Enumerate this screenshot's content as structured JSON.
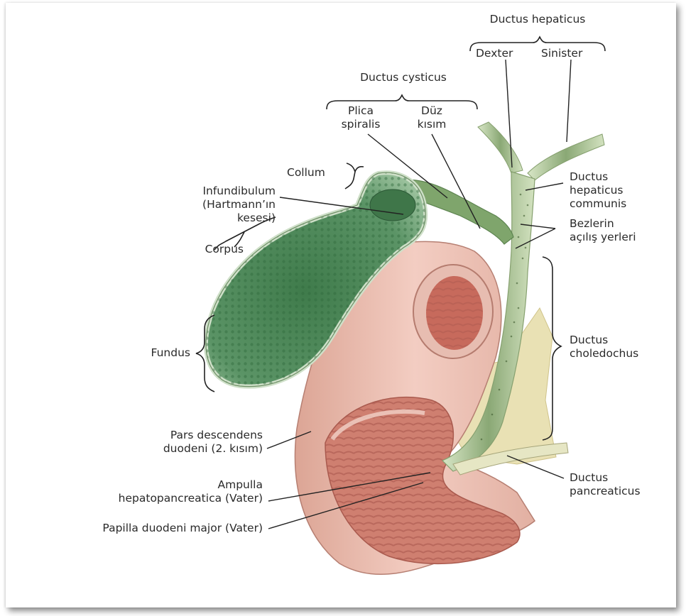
{
  "labels": {
    "ductus_hepaticus": "Ductus hepaticus",
    "dexter": "Dexter",
    "sinister": "Sinister",
    "ductus_cysticus": "Ductus cysticus",
    "plica_spiralis": [
      "Plica",
      "spiralis"
    ],
    "duz_kisim": [
      "Düz",
      "kısım"
    ],
    "collum": "Collum",
    "infundibulum": [
      "Infundibulum",
      "(Hartmann’ın",
      "kesesi)"
    ],
    "corpus": "Corpus",
    "fundus": "Fundus",
    "ductus_hepaticus_communis": [
      "Ductus",
      "hepaticus",
      "communis"
    ],
    "bezlerin": [
      "Bezlerin",
      "açılış yerleri"
    ],
    "ductus_choledochus": [
      "Ductus",
      "choledochus"
    ],
    "pars_descendens": [
      "Pars descendens",
      "duodeni (2. kısım)"
    ],
    "ampulla": [
      "Ampulla",
      "hepatopancreatica (Vater)"
    ],
    "papilla": "Papilla duodeni major (Vater)",
    "ductus_pancreaticus": [
      "Ductus",
      "pancreaticus"
    ]
  },
  "colors": {
    "gallbladder": "#4f8a59",
    "duodenum": "#e8b4a6",
    "mucosa": "#c97a6b",
    "duct": "#9ab083",
    "fat": "#e6dfae"
  }
}
